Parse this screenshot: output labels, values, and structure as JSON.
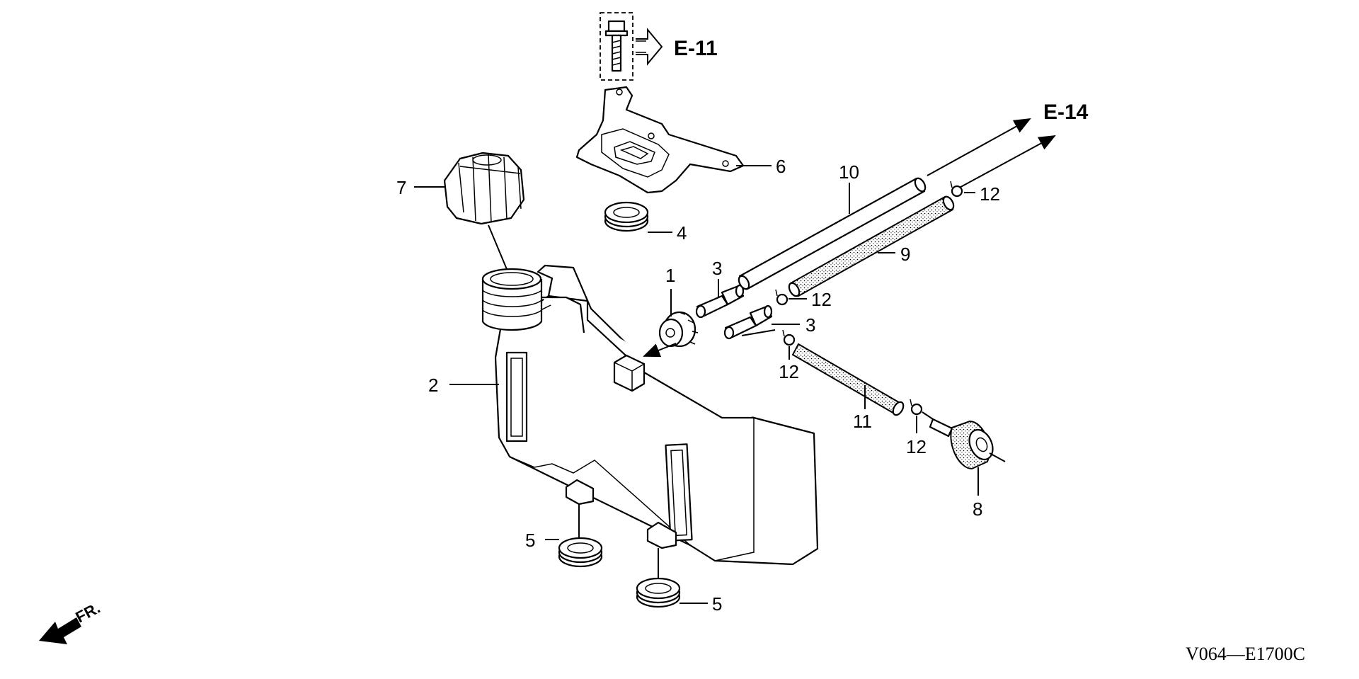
{
  "references": {
    "bolt_ref": "E-11",
    "hose_ref": "E-14"
  },
  "callouts": {
    "c1": "1",
    "c2": "2",
    "c3a": "3",
    "c3b": "3",
    "c4": "4",
    "c5a": "5",
    "c5b": "5",
    "c6": "6",
    "c7": "7",
    "c8": "8",
    "c9": "9",
    "c10": "10",
    "c11": "11",
    "c12a": "12",
    "c12b": "12",
    "c12c": "12",
    "c12d": "12"
  },
  "front_label": "FR.",
  "diagram_code": "V064—E1700C"
}
